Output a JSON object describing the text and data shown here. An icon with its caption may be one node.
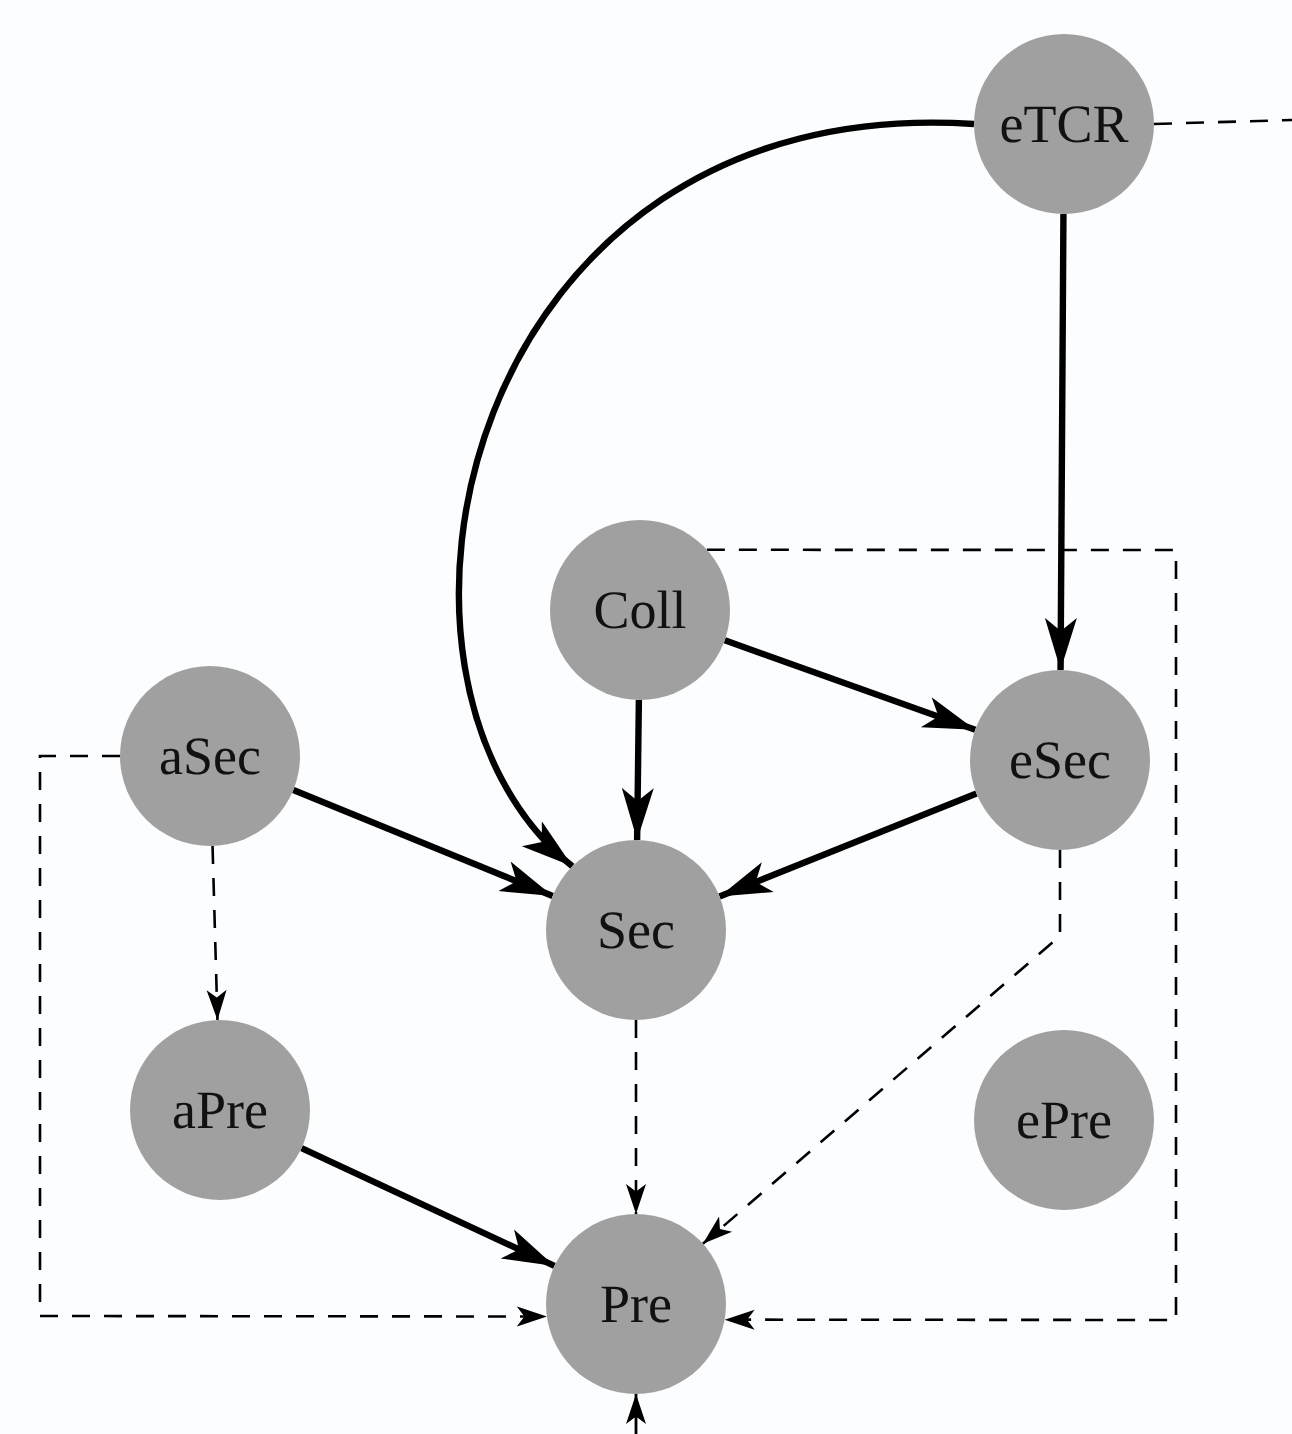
{
  "diagram": {
    "nodes": [
      {
        "text": [
          "eTCR"
        ]
      },
      {
        "text": [
          "Coll"
        ]
      },
      {
        "text": [
          "aSec"
        ]
      },
      {
        "text": [
          "eSec"
        ]
      },
      {
        "text": [
          "Sec"
        ]
      },
      {
        "text": [
          "aPre"
        ]
      },
      {
        "text": [
          "ePre"
        ]
      },
      {
        "text": [
          "Pre"
        ]
      }
    ],
    "edges": [
      {
        "from": 0,
        "to": 4,
        "arrow": "to",
        "style": "thick"
      },
      {
        "from": 0,
        "to": 3,
        "arrow": "to",
        "style": "thick"
      },
      {
        "from": 1,
        "to": 4,
        "arrow": "to",
        "style": "thick"
      },
      {
        "from": 1,
        "to": 3,
        "arrow": "to",
        "style": "thick"
      },
      {
        "from": 2,
        "to": 4,
        "arrow": "to",
        "style": "thick"
      },
      {
        "from": 3,
        "to": 4,
        "arrow": "to",
        "style": "thick"
      },
      {
        "from": 2,
        "to": 5,
        "arrow": "to",
        "style": "dashed"
      },
      {
        "from": 2,
        "to": 7,
        "arrow": "to",
        "style": "dashed"
      },
      {
        "from": 1,
        "to": 7,
        "arrow": "to",
        "style": "dashed"
      },
      {
        "from": 4,
        "to": 7,
        "arrow": "to",
        "style": "dashed"
      },
      {
        "from": 3,
        "to": 7,
        "arrow": "to",
        "style": "dashed"
      },
      {
        "from": 5,
        "to": 7,
        "arrow": "to",
        "style": "thick"
      },
      {
        "from": 0,
        "to": null,
        "arrow": "none",
        "style": "dashed"
      },
      {
        "from": null,
        "to": 7,
        "arrow": "to"
      }
    ]
  }
}
